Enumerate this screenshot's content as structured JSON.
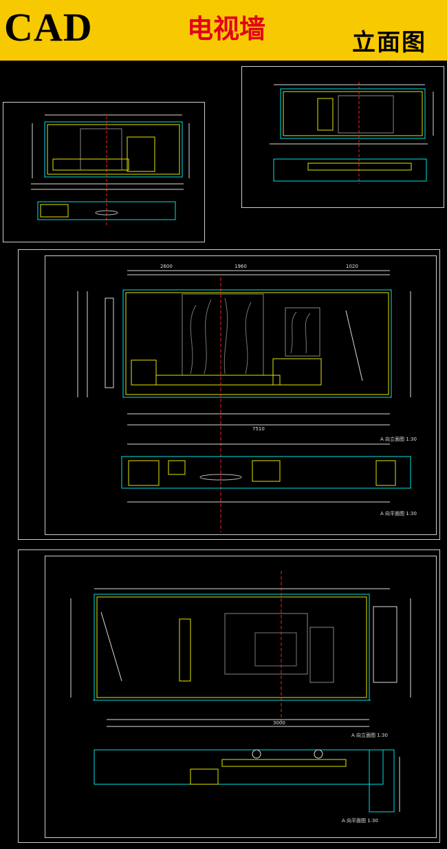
{
  "header": {
    "brand": "CAD",
    "title": "电视墙",
    "subtitle": "立面图"
  },
  "drawings": {
    "sheet3": {
      "elevation_label": "A 向立面图  1:30",
      "plan_label": "A 向平面图  1:30",
      "dims_top": [
        "2600",
        "1960",
        "1020"
      ],
      "dims_bottom": [
        "7510"
      ]
    },
    "sheet4": {
      "elevation_label": "A 向立面图  1:30",
      "plan_label": "A 向平面图  1:30",
      "dims_bottom": [
        "3000"
      ]
    }
  },
  "colors": {
    "banner": "#f7c900",
    "title_red": "#e3001b",
    "line_yellow": "#e6e600",
    "line_cyan": "#00e5e5",
    "line_white": "#e8e8e8",
    "line_red": "#ff2020",
    "line_green": "#2ecc40"
  }
}
